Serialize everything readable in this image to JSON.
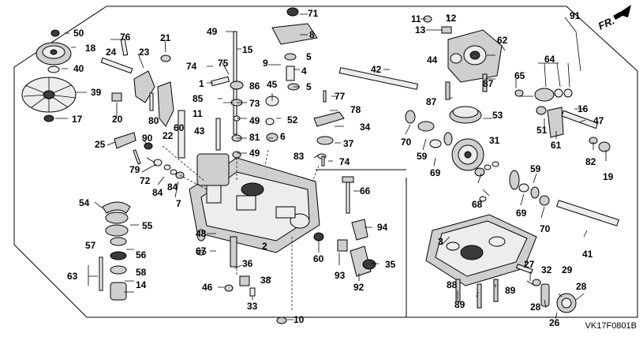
{
  "diagram_code": "VK17F0801B",
  "direction_label": "FR.",
  "callouts": [
    "1",
    "2",
    "3",
    "4",
    "5",
    "5",
    "6",
    "7",
    "8",
    "9",
    "10",
    "11",
    "12",
    "13",
    "14",
    "15",
    "16",
    "17",
    "18",
    "19",
    "20",
    "21",
    "22",
    "23",
    "24",
    "25",
    "26",
    "27",
    "28",
    "28",
    "29",
    "31",
    "32",
    "33",
    "34",
    "35",
    "36",
    "37",
    "38",
    "39",
    "40",
    "41",
    "42",
    "43",
    "44",
    "45",
    "46",
    "47",
    "48",
    "49",
    "49",
    "49",
    "50",
    "51",
    "52",
    "53",
    "54",
    "55",
    "56",
    "57",
    "58",
    "59",
    "59",
    "60",
    "60",
    "61",
    "62",
    "63",
    "64",
    "65",
    "66",
    "67",
    "68",
    "69",
    "69",
    "70",
    "70",
    "71",
    "72",
    "73",
    "74",
    "74",
    "75",
    "76",
    "77",
    "78",
    "79",
    "80",
    "81",
    "82",
    "83",
    "84",
    "84",
    "85",
    "86",
    "87",
    "87",
    "88",
    "89",
    "89",
    "90",
    "91",
    "92",
    "93",
    "94"
  ]
}
